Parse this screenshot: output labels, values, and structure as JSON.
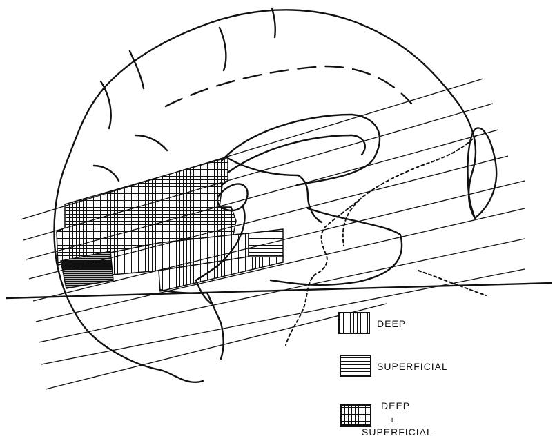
{
  "legend": {
    "items": [
      {
        "key": "deep",
        "label": "DEEP"
      },
      {
        "key": "superficial",
        "label": "SUPERFICIAL"
      },
      {
        "key": "both",
        "label_lines": [
          "DEEP",
          "+",
          "SUPERFICIAL"
        ]
      }
    ]
  },
  "colors": {
    "ink": "#111111",
    "background": "#ffffff"
  }
}
